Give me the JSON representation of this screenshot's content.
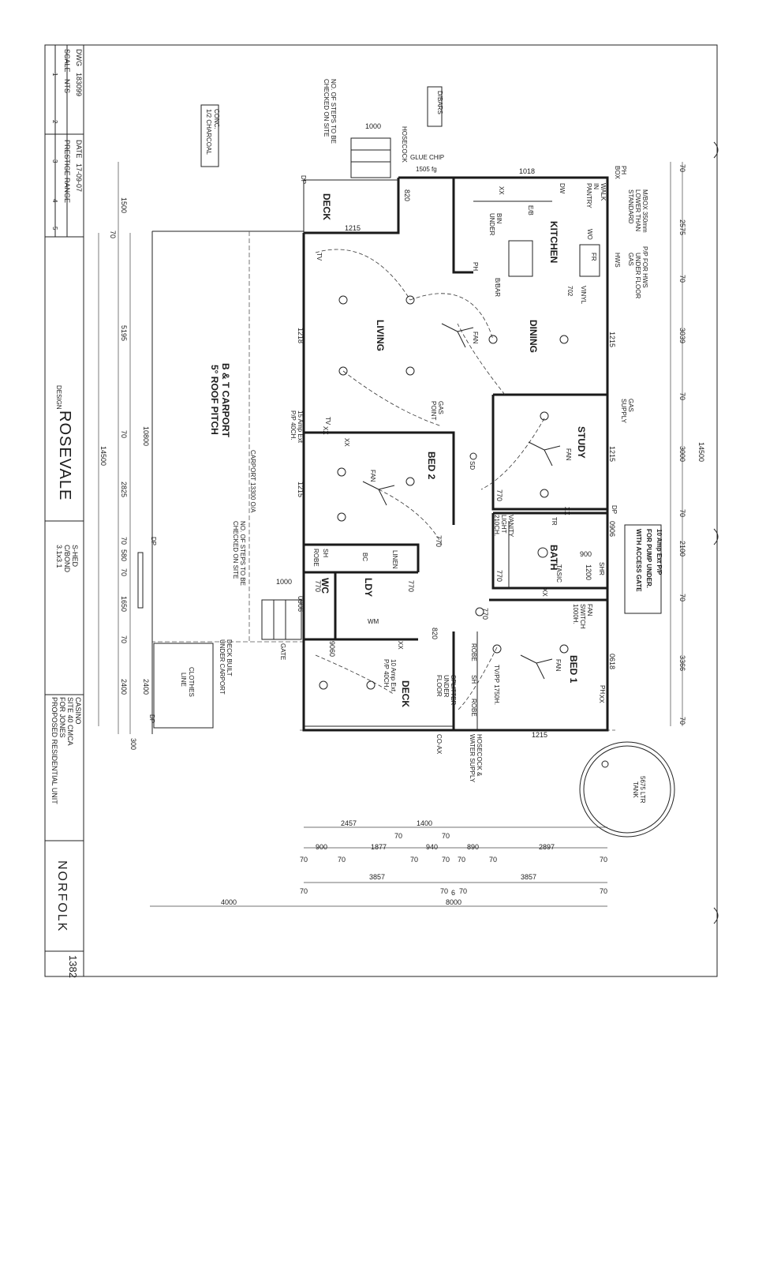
{
  "title_block": {
    "dwg_label": "DWG",
    "dwg_value": "183099",
    "scale_label": "SCALE",
    "scale_value": "NTS",
    "date_label": "DATE",
    "date_value": "17-09-07",
    "range_value": "PRESTIGE RANGE",
    "design_label": "DESIGN",
    "design_value": "ROSEVALE",
    "size_value": "3.1x3.1",
    "spec_lines": [
      "C/BOND",
      "S-HED"
    ],
    "description_lines": [
      "PROPOSED RESIDENTIAL UNIT",
      "FOR JONES",
      "SITE 40 CMCA",
      "CASINO"
    ],
    "model_value": "NORFOLK",
    "sheet_number": "1382",
    "rev_marks": [
      "1",
      "2",
      "3",
      "4",
      "5"
    ]
  },
  "rooms": {
    "deck_top": "DECK",
    "kitchen": "KITCHEN",
    "living": "LIVING",
    "dining": "DINING",
    "study": "STUDY",
    "bed2": "BED 2",
    "bath": "BATH",
    "wc": "WC",
    "ldy": "LDY",
    "bed1": "BED 1",
    "deck_bottom": "DECK",
    "carport": "B & T CARPORT",
    "roof_pitch": "5° ROOF PITCH"
  },
  "notes": {
    "conc": "CONC.",
    "conc2": "1/2 CHARCOAL",
    "steps_top": "NO. OF STEPS TO BE",
    "steps_top2": "CHECKED ON SITE",
    "dbars": "D/BARS",
    "hosecock": "HOSECOCK",
    "glue_chip": "GLUE CHIP",
    "fg": "1505 fg",
    "mbox": "M/BOX 350mm",
    "mbox2": "LOWER THAN",
    "mbox3": "STANDARD",
    "pp_hws": "P/P FOR HWS",
    "gas_under": "GAS",
    "gas_under2": "UNDER FLOOR",
    "walk_in": "WALK",
    "walk_in2": "IN",
    "walk_in3": "PANTRY",
    "bin_under": "BIN",
    "bin_under2": "UNDER",
    "eb": "E/B",
    "bbar": "B/BAR",
    "vinyl": "VINYL",
    "vinyl_num": "702",
    "dw": "DW",
    "fr": "FR",
    "hws": "HWS",
    "wo": "WO",
    "ph": "PH",
    "box": "BOX",
    "gas_supply": "GAS",
    "gas_supply2": "SUPPLY",
    "gas_point": "GAS",
    "gas_point2": "POINT",
    "amp15": "15 Amp Ext",
    "amp15b": "P/P 40CH.",
    "carport_size": "CARPORT 13300 O/A",
    "steps_bottom": "NO. OF STEPS TO BE",
    "steps_bottom2": "CHECKED ON SITE",
    "deck_built": "DECK BUILT",
    "deck_built2": "UNDER CARPORT",
    "gate": "GATE",
    "clothes": "CLOTHES",
    "clothes2": "LINE",
    "amp10": "10 Amp Ext",
    "amp10b": "P/P 40CH.",
    "pump": "10 Amp Ext P/P",
    "pump2": "FOR PUMP UNDER.",
    "pump3": "WITH ACCESS GATE",
    "vanity": "VANITY",
    "vanity2": "LIGHT",
    "vanity3": "210CH.",
    "fan_switch": "FAN",
    "fan_switch2": "SWITCH",
    "fan_switch3": "1000H.",
    "tvpp": "TV/PP 1750H.",
    "splitter": "SPLITTER",
    "splitter2": "UNDER",
    "splitter3": "FLOOR",
    "robe": "ROBE",
    "sh": "SH",
    "bc": "BC",
    "linen": "LINEN",
    "wm": "WM",
    "shr": "SHR",
    "tasic": "TASIC",
    "tr": "TR",
    "sd": "SD",
    "fan": "FAN",
    "tv": "TV",
    "xx": "XX",
    "dp": "DP",
    "coax": "CO-AX",
    "hose2": "HOSECOCK &",
    "hose2b": "WATER SUPPLY",
    "tank": "5675 LTR",
    "tank2": "TANK"
  },
  "dimensions": {
    "top_chain": [
      "70",
      "2575",
      "70",
      "3039",
      "70",
      "3000",
      "70",
      "2100",
      "70",
      "3366",
      "70"
    ],
    "top_overall": "14500",
    "left_chain": [
      "70",
      "5195",
      "70",
      "2825",
      "70",
      "580",
      "70",
      "1650",
      "70",
      "2400"
    ],
    "left_overall": "14500",
    "left_1500": "1500",
    "left_10800": "10800",
    "left_2400": "2400",
    "left_300": "300",
    "bottom_row1": [
      "2457",
      "1400"
    ],
    "bottom_row1_70": [
      "70",
      "70"
    ],
    "bottom_row2": [
      "900",
      "1877",
      "940",
      "890",
      "2897"
    ],
    "bottom_row2_70": [
      "70",
      "70",
      "70",
      "70",
      "70",
      "70",
      "70"
    ],
    "bottom_row3": [
      "3857",
      "3857"
    ],
    "bottom_row3_70": [
      "70",
      "70",
      "6",
      "70",
      "70"
    ],
    "bottom_overall": "8000",
    "bottom_4000": "4000",
    "inner": [
      "1000",
      "820",
      "1018",
      "1215",
      "1218",
      "1215",
      "1215",
      "1215",
      "1215",
      "770",
      "770",
      "770",
      "770",
      "770",
      "770",
      "770",
      "900",
      "1200",
      "0906",
      "0906",
      "9060",
      "0618",
      "820",
      "1000"
    ]
  }
}
